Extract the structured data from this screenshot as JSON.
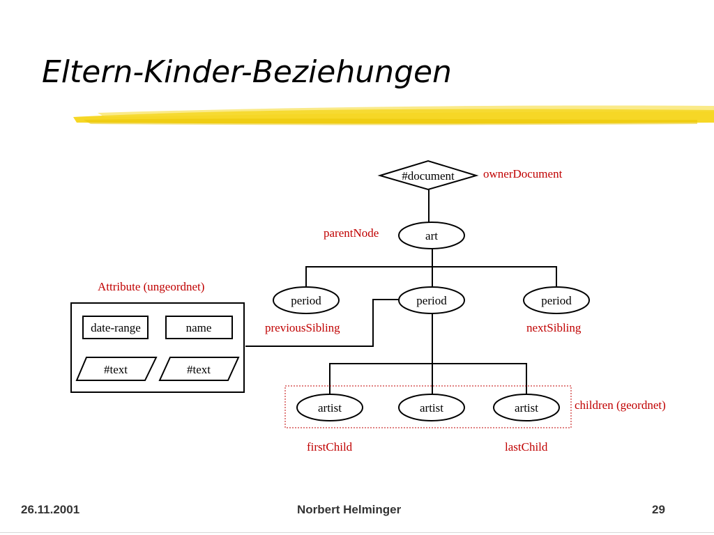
{
  "slide": {
    "title": "Eltern-Kinder-Beziehungen"
  },
  "diagram": {
    "root": "#document",
    "owner_label": "ownerDocument",
    "art": "art",
    "parent_label": "parentNode",
    "periods": [
      "period",
      "period",
      "period"
    ],
    "previous_label": "previousSibling",
    "next_label": "nextSibling",
    "artists": [
      "artist",
      "artist",
      "artist"
    ],
    "children_label": "children (geordnet)",
    "first_label": "firstChild",
    "last_label": "lastChild",
    "attributes_label": "Attribute (ungeordnet)",
    "attr_names": [
      "date-range",
      "name"
    ],
    "attr_values": [
      "#text",
      "#text"
    ]
  },
  "footer": {
    "date": "26.11.2001",
    "author": "Norbert Helminger",
    "page": "29"
  },
  "colors": {
    "label_red": "#c00000",
    "highlight_yellow": "#f5d000"
  }
}
